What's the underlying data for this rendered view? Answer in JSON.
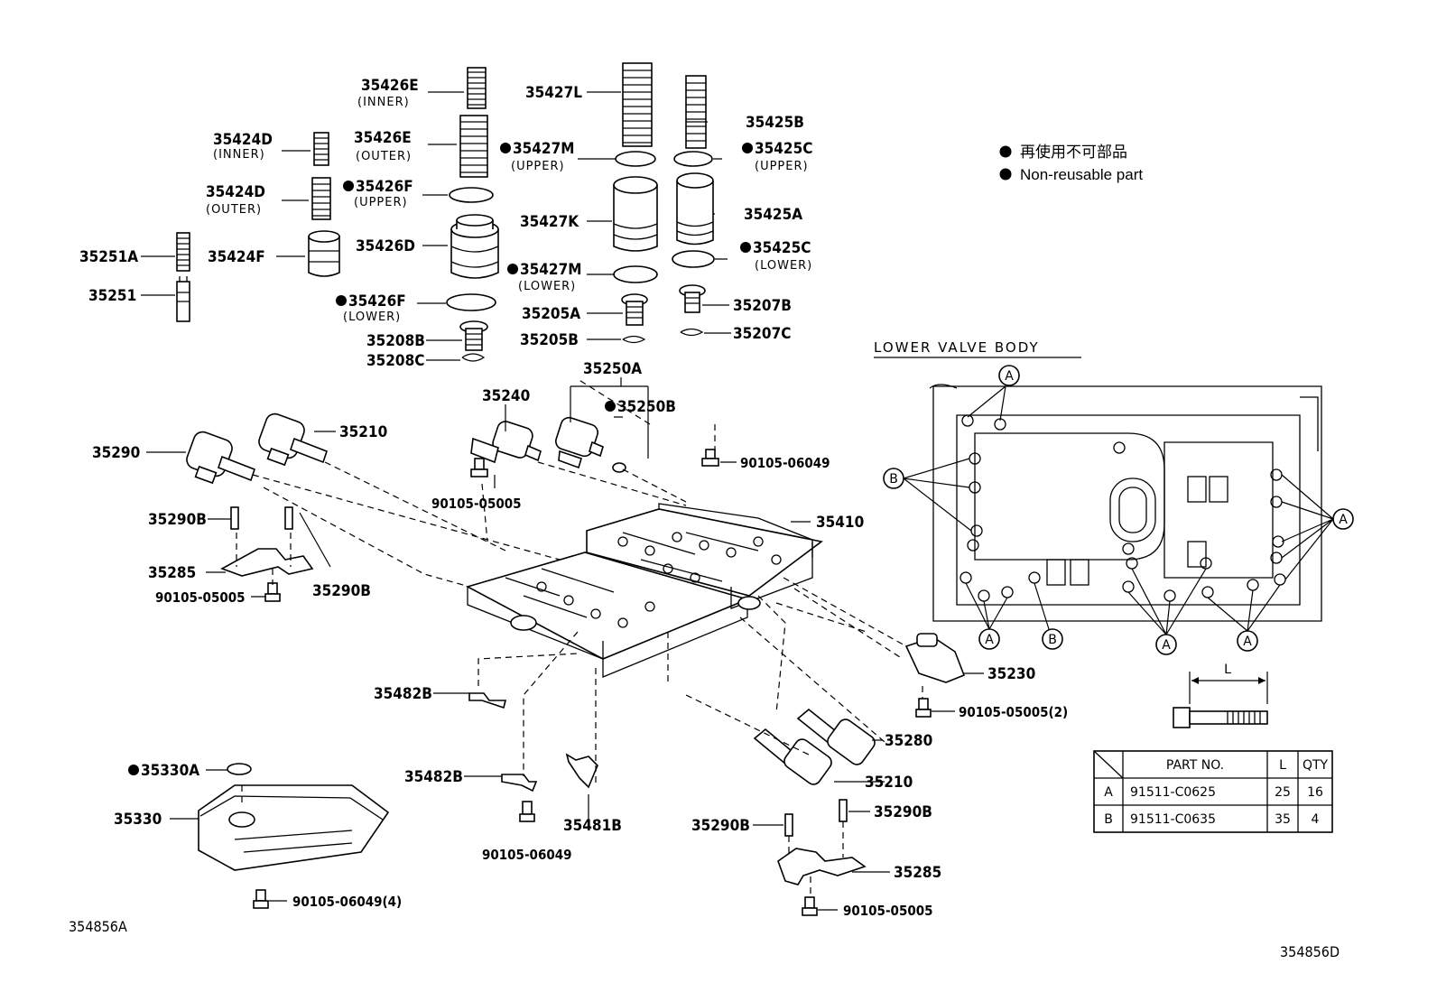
{
  "diagram": {
    "ref_left": "354856A",
    "ref_right": "354856D",
    "legend": {
      "jp": "再使用不可部品",
      "en": "Non-reusable part"
    },
    "lower_valve_body_title": "LOWER  VALVE  BODY",
    "callout_letters": {
      "a": "A",
      "b": "B"
    },
    "bolt_dim_label": "L",
    "table": {
      "headers": [
        "PART NO.",
        "L",
        "QTY"
      ],
      "rows": [
        {
          "key": "A",
          "part_no": "91511-C0625",
          "l": "25",
          "qty": "16"
        },
        {
          "key": "B",
          "part_no": "91511-C0635",
          "l": "35",
          "qty": "4"
        }
      ]
    },
    "labels": {
      "l35426E_inner": "35426E",
      "s_inner": "(INNER)",
      "l35424D_inner": "35424D",
      "s_inner2": "(INNER)",
      "l35426E_outer": "35426E",
      "s_outer": "(OUTER)",
      "l35424D_outer": "35424D",
      "s_outer2": "(OUTER)",
      "l35426F_upper": "35426F",
      "s_upper": "(UPPER)",
      "l35251A": "35251A",
      "l35424F": "35424F",
      "l35426D": "35426D",
      "l35251": "35251",
      "l35426F_lower": "35426F",
      "s_lower": "(LOWER)",
      "l35208B": "35208B",
      "l35208C": "35208C",
      "l35427L": "35427L",
      "l35427M_upper": "35427M",
      "s_upper2": "(UPPER)",
      "l35427K": "35427K",
      "l35427M_lower": "35427M",
      "s_lower2": "(LOWER)",
      "l35205A": "35205A",
      "l35205B": "35205B",
      "l35425B": "35425B",
      "l35425C_upper": "35425C",
      "s_upper3": "(UPPER)",
      "l35425A": "35425A",
      "l35425C_lower": "35425C",
      "s_lower3": "(LOWER)",
      "l35207B": "35207B",
      "l35207C": "35207C",
      "l35250A": "35250A",
      "l35240": "35240",
      "l35250B": "35250B",
      "l35290": "35290",
      "l35210_top": "35210",
      "l90105_06049_top": "90105-06049",
      "l90105_05005_top": "90105-05005",
      "l35410": "35410",
      "l35290B_left": "35290B",
      "l35285_left": "35285",
      "l35290B_left2": "35290B",
      "l90105_05005_left": "90105-05005",
      "l35482B_1": "35482B",
      "l35230": "35230",
      "l90105_05005_2": "90105-05005(2)",
      "l35280": "35280",
      "l35330A": "35330A",
      "l35482B_2": "35482B",
      "l35210_bot": "35210",
      "l35330": "35330",
      "l35481B": "35481B",
      "l35290B_bot1": "35290B",
      "l35290B_bot2": "35290B",
      "l90105_06049_bot": "90105-06049",
      "l35285_bot": "35285",
      "l90105_06049_4": "90105-06049(4)",
      "l90105_05005_bot": "90105-05005"
    }
  }
}
